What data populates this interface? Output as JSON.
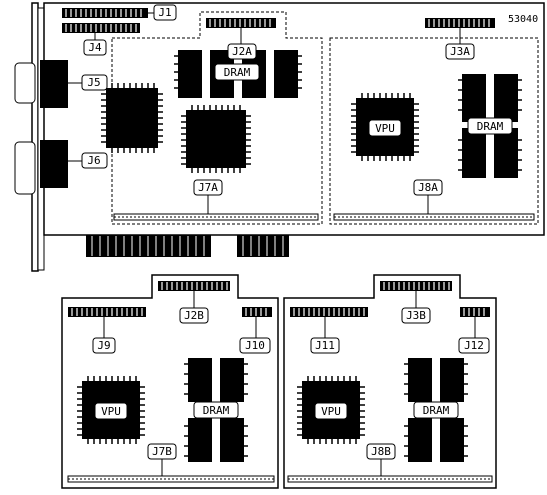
{
  "board_id": "53040",
  "labels": {
    "j1": "J1",
    "j4": "J4",
    "j5": "J5",
    "j6": "J6",
    "j2a": "J2A",
    "j3a": "J3A",
    "j7a": "J7A",
    "j8a": "J8A",
    "j2b": "J2B",
    "j9": "J9",
    "j10": "J10",
    "j7b": "J7B",
    "j3b": "J3B",
    "j11": "J11",
    "j12": "J12",
    "j8b": "J8B"
  },
  "chips": {
    "dram": "DRAM",
    "vpu": "VPU"
  },
  "colors": {
    "ink": "#000000",
    "paper": "#ffffff"
  }
}
